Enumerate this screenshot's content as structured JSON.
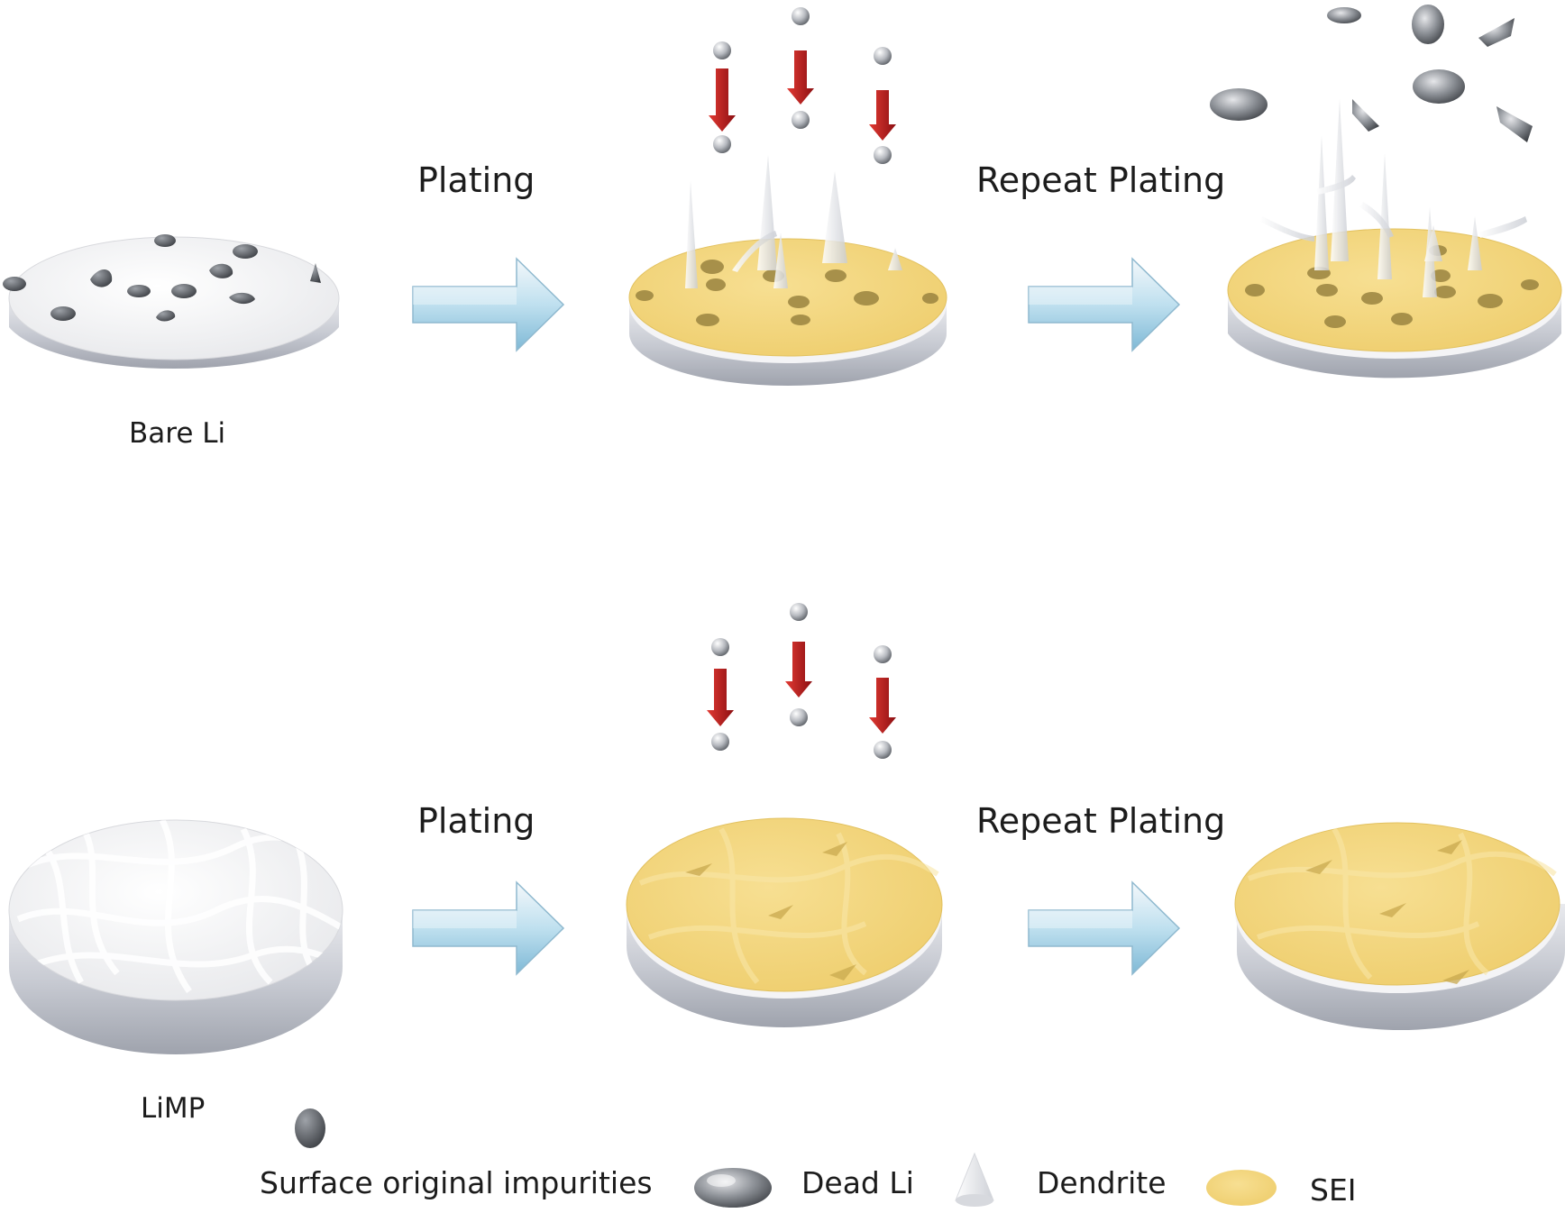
{
  "diagram": {
    "rows": [
      {
        "substrate_label": "Bare Li",
        "step1_label": "Plating",
        "step2_label": "Repeat Plating"
      },
      {
        "substrate_label": "LiMP",
        "step1_label": "Plating",
        "step2_label": "Repeat Plating"
      }
    ],
    "legend": [
      {
        "label": "Surface original impurities",
        "icon": "impurity-icon"
      },
      {
        "label": "Dead Li",
        "icon": "dead-li-icon"
      },
      {
        "label": "Dendrite",
        "icon": "dendrite-icon"
      },
      {
        "label": "SEI",
        "icon": "sei-icon",
        "color": "#f3d57a"
      }
    ],
    "colors": {
      "sei": "#f3d57a",
      "lithium_top": "#f4f4f6",
      "lithium_side": "#c9ccd4",
      "impurity": "#4f5357",
      "flow_arrow": "#9fd2ea",
      "plating_arrow": "#c4171b"
    }
  }
}
